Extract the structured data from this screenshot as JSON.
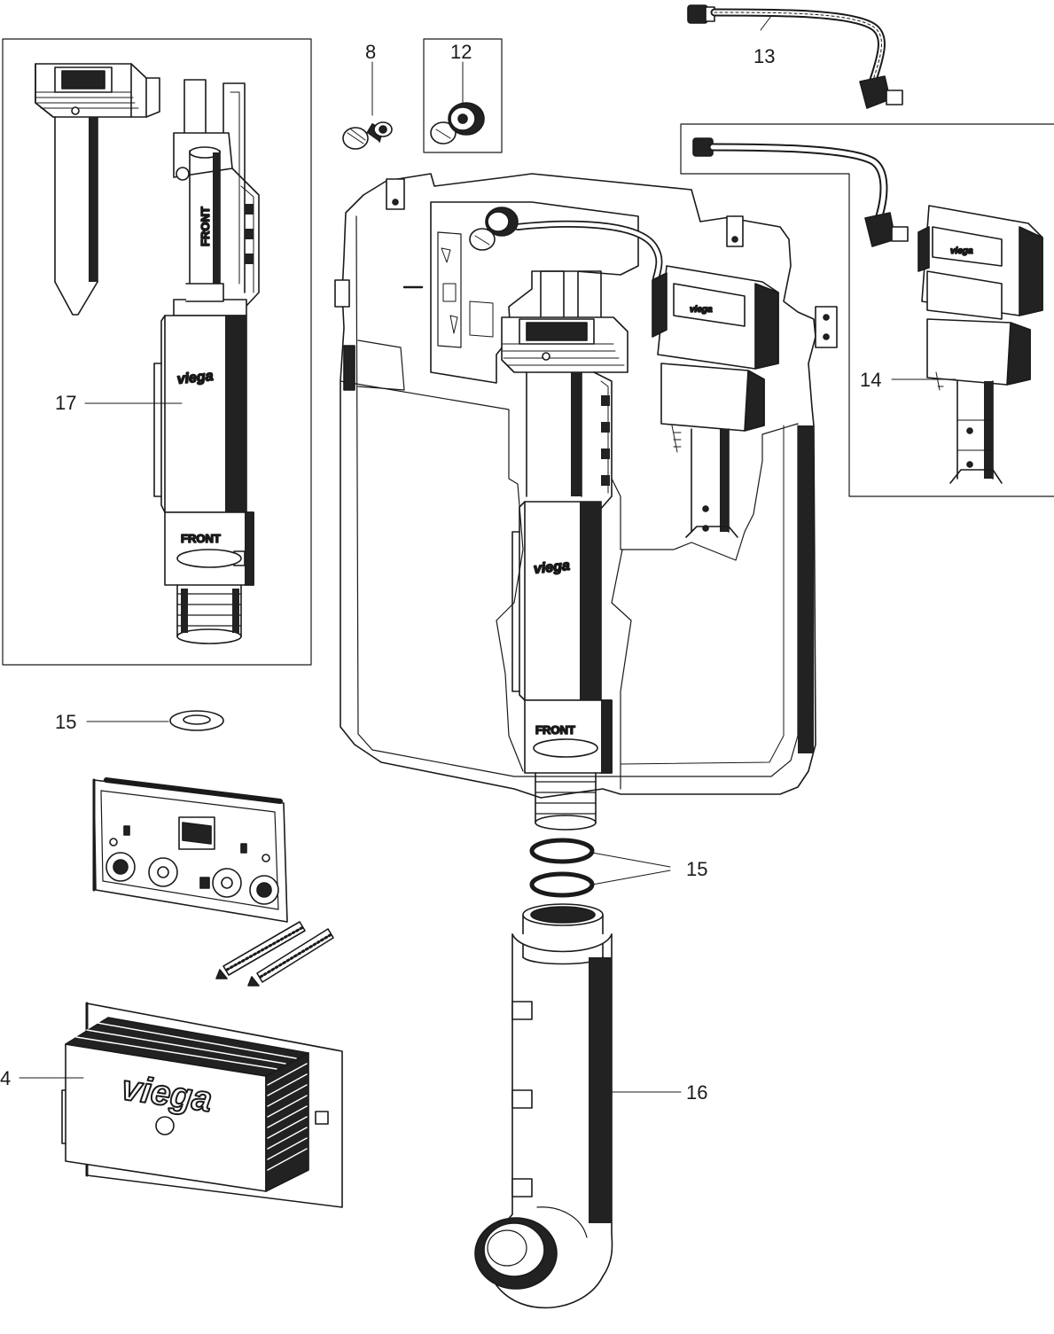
{
  "diagram": {
    "type": "exploded-parts-drawing",
    "callouts": {
      "c8": "8",
      "c12": "12",
      "c13": "13",
      "c14": "14",
      "c15a": "15",
      "c15b": "15",
      "c16": "16",
      "c17": "17",
      "c4": "4"
    },
    "part_text": {
      "brand": "viega",
      "front": "FRONT"
    },
    "colors": {
      "line": "#1a1a1a",
      "fill": "#ffffff",
      "shade": "#222222"
    }
  }
}
